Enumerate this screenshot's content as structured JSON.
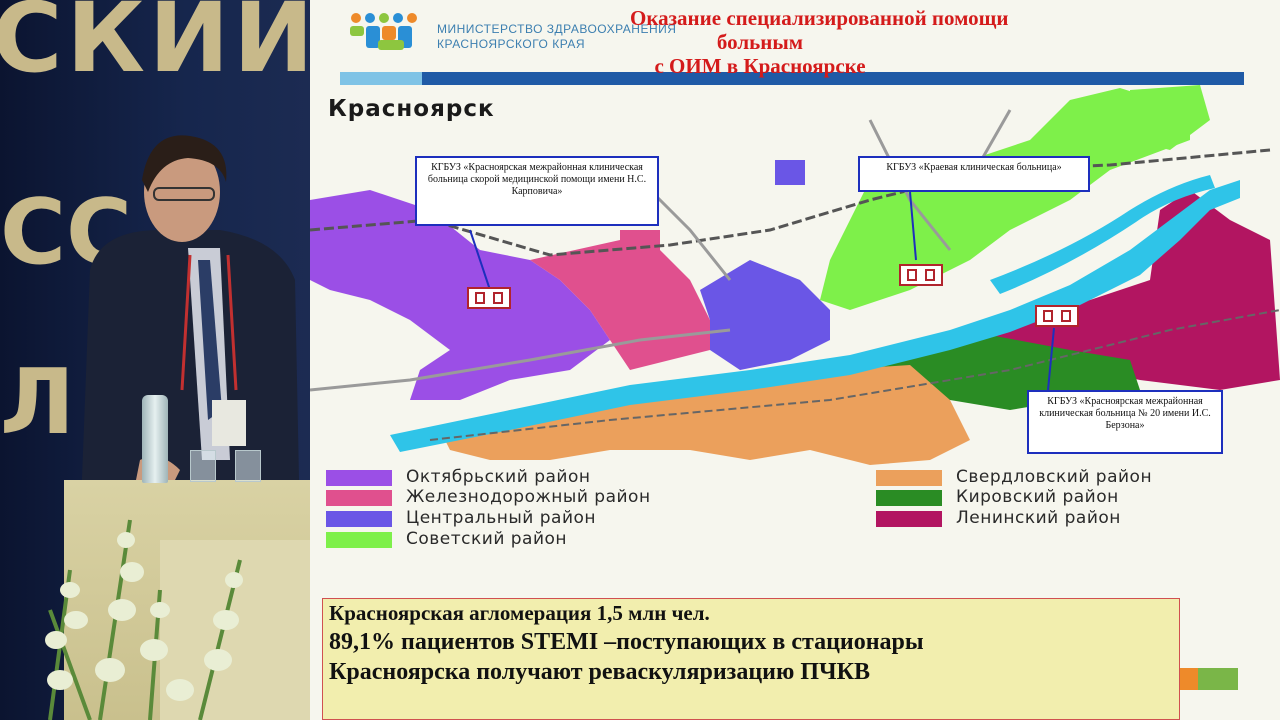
{
  "backdrop": {
    "line1": "СКИЙ",
    "line2": "СС",
    "line3": "Л"
  },
  "slide": {
    "ministry_line1": "МИНИСТЕРСТВО ЗДРАВООХРАНЕНИЯ",
    "ministry_line2": "КРАСНОЯРСКОГО КРАЯ",
    "title_line1": "Оказание специализированной помощи",
    "title_line2": "больным",
    "title_line3": "с ОИМ в Красноярске",
    "city": "Красноярск",
    "callouts": [
      "КГБУЗ «Красноярская межрайонная клиническая больница скорой медицинской помощи имени Н.С. Карповича»",
      "КГБУЗ «Краевая клиническая больница»",
      "КГБУЗ «Красноярская межрайонная клиническая больница № 20 имени И.С. Берзона»"
    ],
    "legend": [
      {
        "label": "Октябрьский район",
        "color": "#9b4fe6"
      },
      {
        "label": "Железнодорожный район",
        "color": "#e0508e"
      },
      {
        "label": "Центральный район",
        "color": "#6a56e6"
      },
      {
        "label": "Советский район",
        "color": "#7ef04a"
      },
      {
        "label": "Свердловский район",
        "color": "#eba05c"
      },
      {
        "label": "Кировский район",
        "color": "#2a8c24"
      },
      {
        "label": "Ленинский район",
        "color": "#b21561"
      }
    ],
    "info_line1": "Красноярская агломерация  1,5 млн чел.",
    "info_line2": "89,1% пациентов STEMI –поступающих  в стационары",
    "info_line3": "Красноярска получают реваскуляризацию ПЧКВ"
  },
  "colors": {
    "title_red": "#d41b1b",
    "bar_blue": "#1f5aa6",
    "river": "#2fc4e8",
    "callout_border": "#1d2fbd",
    "hospital_red": "#b1242d"
  }
}
